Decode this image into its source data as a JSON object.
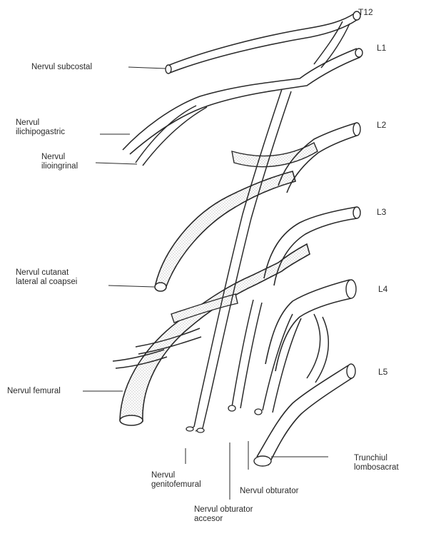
{
  "roots": {
    "t12": "T12",
    "l1": "L1",
    "l2": "L2",
    "l3": "L3",
    "l4": "L4",
    "l5": "L5"
  },
  "labels": {
    "subcostal": "Nervul subcostal",
    "iliohypogastric": [
      "Nervul",
      "ilichipogastric"
    ],
    "ilioinguinal": [
      "Nervul",
      "ilioingrinal"
    ],
    "lateral_cutaneous": [
      "Nervul cutanat",
      "lateral al coapsei"
    ],
    "femoral": "Nervul femural",
    "genitofemoral": [
      "Nervul",
      "genitofemural"
    ],
    "obturator": "Nervul obturator",
    "accessory_obturator": [
      "Nervul obturator",
      "accesor"
    ],
    "lumbosacral_trunk": [
      "Trunchiul",
      "lombosacrat"
    ]
  },
  "colors": {
    "stroke": "#2a2a2a",
    "fill": "#ffffff",
    "stipple": "#8a8a8a"
  }
}
